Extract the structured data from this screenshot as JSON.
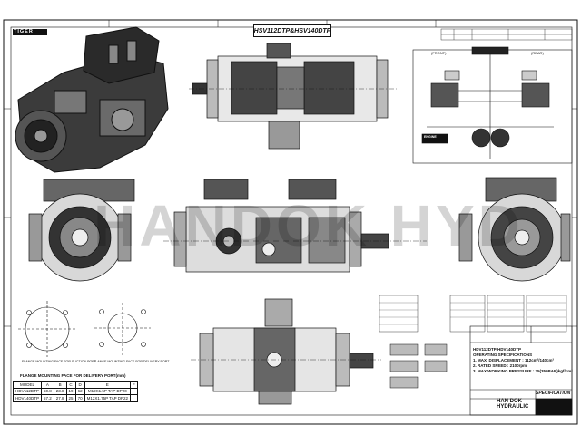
{
  "drawing": {
    "title": "HSV112DTP&HSV140DTP",
    "brand_mark": "TIGER",
    "watermark": "HANDOK HYD",
    "company": [
      "HAN DOK",
      "HYDRAULIC"
    ],
    "sheet_label": "SPECIFICATION"
  },
  "flange_table": {
    "caption": "FLANGE MOUNTING FACE FOR DELIVERY PORT(mm)",
    "headers": [
      "MODEL",
      "A",
      "B",
      "C",
      "D",
      "E",
      "F"
    ],
    "rows": [
      [
        "HDV112DTP",
        "50.8",
        "23.8",
        "19",
        "62",
        "M12X1.5P TAP DP20",
        ""
      ],
      [
        "HDV140DTP",
        "57.2",
        "27.8",
        "25",
        "70",
        "M12X1.75P TAP DP22",
        ""
      ]
    ]
  },
  "specs": {
    "heading": "HDV112DTP/HDV140DTP",
    "sub": "OPERATING SPECIFICATIONS",
    "lines": [
      "1. MAX. DISPLACEMENT : 112cm³/140cm³",
      "2. RATED SPEED : 2100rpm",
      "3. MAX WORKING PRESSURE : 35(350BAR)kgf/cm²"
    ]
  },
  "hydraulic_circuit": {
    "labels": [
      "(FRONT)",
      "(REAR)",
      "ENGINE"
    ]
  },
  "flange_views": {
    "suction": "FLANGE MOUNTING FACE FOR SUCTION PORT",
    "delivery": "FLANGE MOUNTING FACE FOR DELIVERY PORT"
  }
}
